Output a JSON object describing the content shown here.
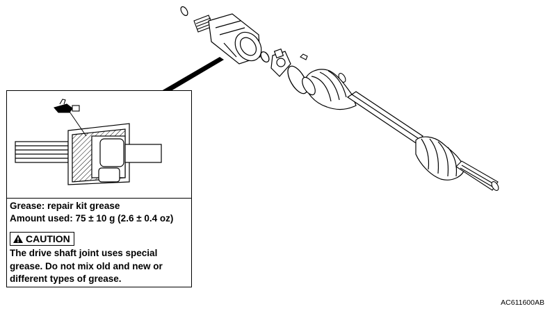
{
  "callout": {
    "grease_line": "Grease: repair kit grease",
    "amount_line": "Amount used: 75 ± 10 g (2.6 ± 0.4 oz)",
    "caution_label": "CAUTION",
    "caution_lines": [
      "The drive shaft joint uses special",
      "grease. Do not mix old and new or",
      "different types of grease."
    ]
  },
  "figure_id": "AC611600AB",
  "icons": {
    "grease_gun": "grease-gun-icon",
    "warning": "warning-triangle-icon"
  },
  "colors": {
    "ink": "#000000",
    "background": "#ffffff"
  }
}
